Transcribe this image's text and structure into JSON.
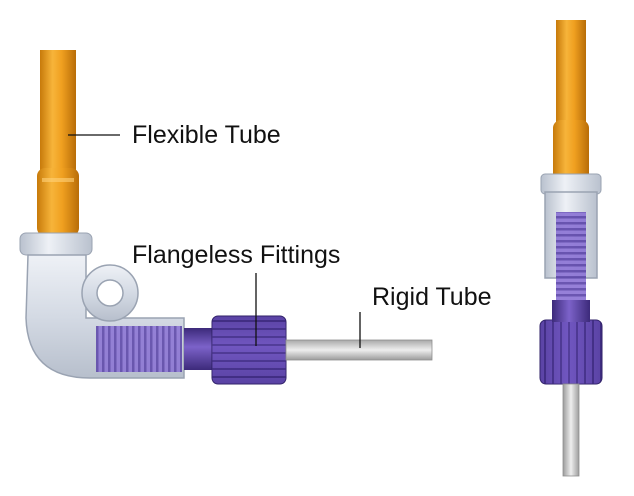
{
  "labels": {
    "flexible_tube": "Flexible Tube",
    "flangeless_fittings": "Flangeless Fittings",
    "rigid_tube": "Rigid Tube"
  },
  "colors": {
    "flexible_tube": "#f0a020",
    "flexible_tube_dark": "#c77a0a",
    "fitting_nut": "#5b3fa8",
    "fitting_nut_dark": "#3c2a7a",
    "elbow_body": "#d8dde6",
    "elbow_edge": "#9aa3b2",
    "rigid_tube": "#cfcfcf",
    "leader_line": "#111111"
  }
}
